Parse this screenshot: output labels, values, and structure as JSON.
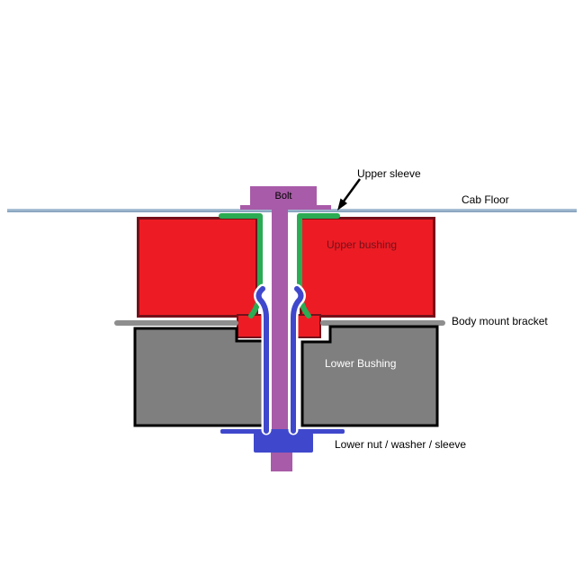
{
  "labels": {
    "bolt": "Bolt",
    "upper_sleeve": "Upper sleeve",
    "cab_floor": "Cab Floor",
    "upper_bushing": "Upper bushing",
    "body_mount_bracket": "Body mount bracket",
    "lower_bushing": "Lower Bushing",
    "lower_nut": "Lower nut / washer / sleeve"
  },
  "colors": {
    "background": "#ffffff",
    "bolt_purple": "#a85ba8",
    "bushing_red": "#ed1c24",
    "bushing_red_border": "#75101a",
    "sleeve_green": "#2bab53",
    "sleeve_blue": "#3f48cc",
    "lower_bushing_gray": "#7f7f7f",
    "bracket_gray": "#8e8e8e",
    "cab_floor_blue": "#7e9cb9",
    "cab_floor_blue_light": "#b5cadc",
    "outline_black": "#000000"
  }
}
